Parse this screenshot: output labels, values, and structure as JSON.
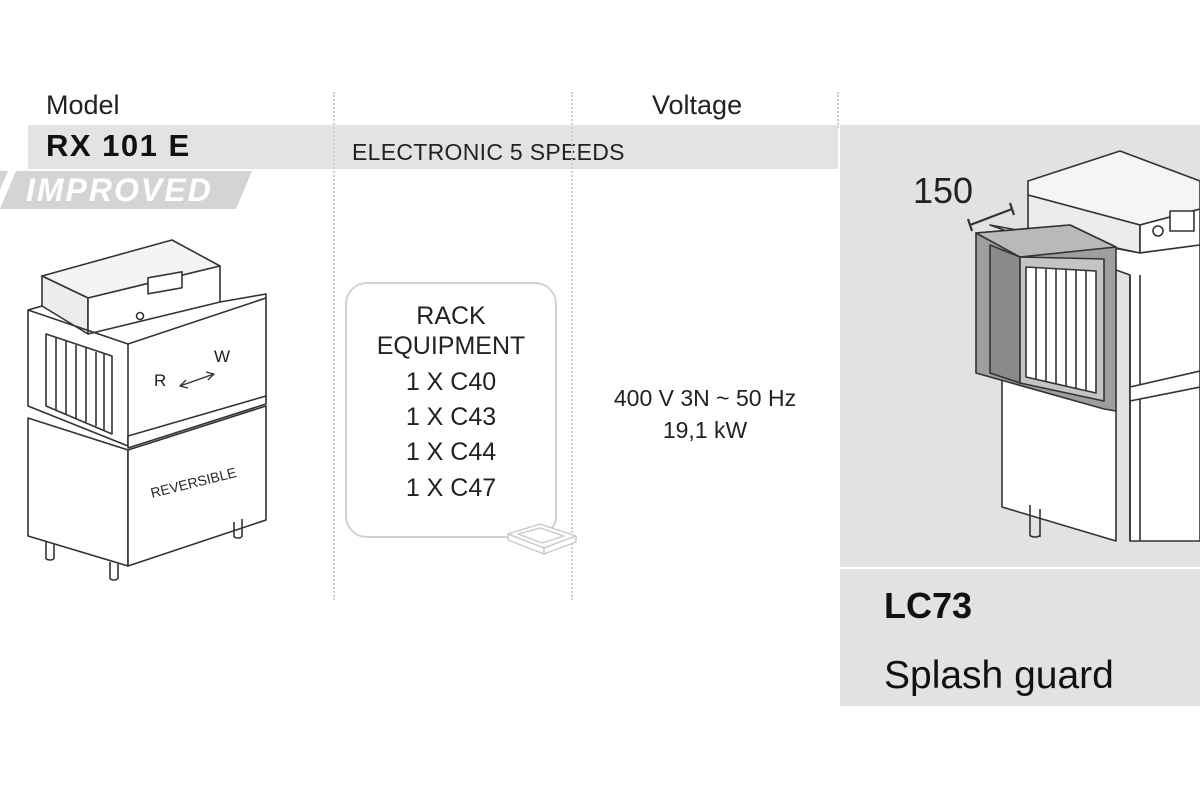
{
  "header": {
    "model_label": "Model",
    "voltage_label": "Voltage",
    "model_name": "RX 101 E",
    "speed_text": "ELECTRONIC 5 SPEEDS",
    "badge": "IMPROVED"
  },
  "machine": {
    "label_left": "R",
    "label_right": "W",
    "panel_text": "REVERSIBLE"
  },
  "rack": {
    "title_line1": "RACK",
    "title_line2": "EQUIPMENT",
    "items": [
      "1 X C40",
      "1 X C43",
      "1 X C44",
      "1 X C47"
    ]
  },
  "power": {
    "line1": "400 V 3N ~ 50 Hz",
    "line2": "19,1 kW"
  },
  "accessory": {
    "dimension": "150",
    "code": "LC73",
    "name": "Splash guard"
  },
  "colors": {
    "band": "#e3e3e3",
    "panel": "#e2e2e2",
    "banner": "#d4d4d4",
    "text": "#1a1a1a"
  }
}
